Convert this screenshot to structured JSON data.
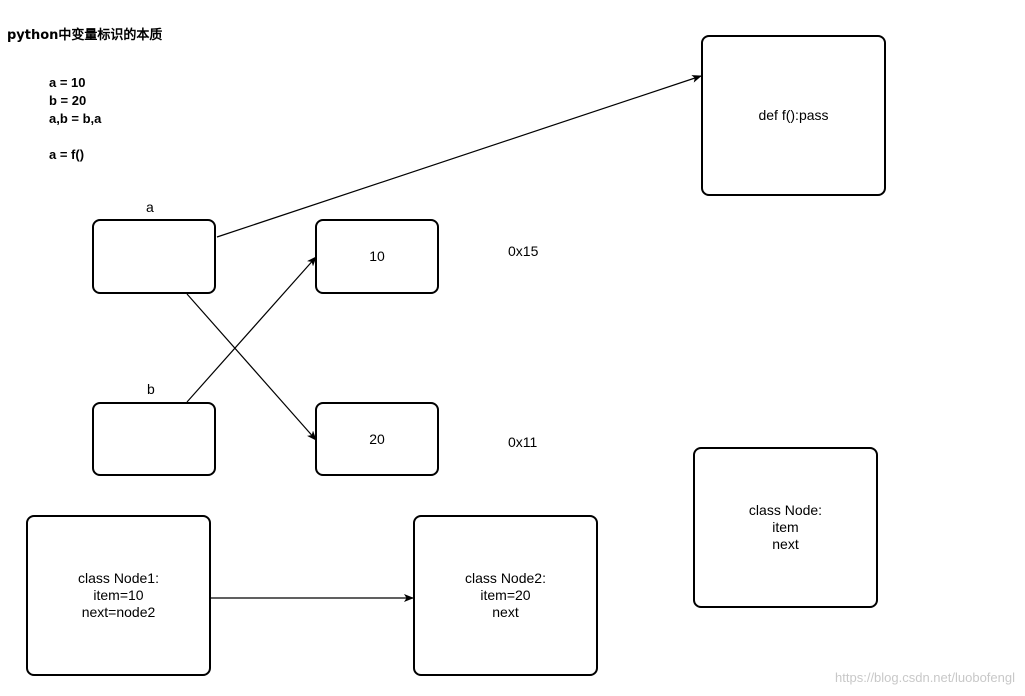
{
  "title": "python中变量标识的本质",
  "code_lines": [
    "a = 10",
    "b = 20",
    "a,b = b,a",
    "",
    "a = f()"
  ],
  "variables": {
    "a": {
      "label": "a"
    },
    "b": {
      "label": "b"
    }
  },
  "objects": {
    "ten": {
      "text": "10",
      "address": "0x15"
    },
    "twenty": {
      "text": "20",
      "address": "0x11"
    },
    "func": {
      "text": "def f():pass"
    }
  },
  "nodes": {
    "node1": {
      "lines": [
        "class Node1:",
        "item=10",
        "next=node2"
      ]
    },
    "node2": {
      "lines": [
        "class Node2:",
        "item=20",
        "next"
      ]
    },
    "node": {
      "lines": [
        "class Node:",
        "item",
        "next"
      ]
    }
  },
  "watermark": "https://blog.csdn.net/luobofengl"
}
